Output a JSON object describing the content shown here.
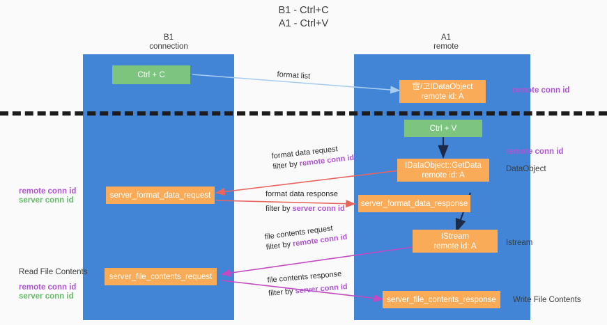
{
  "diagram": {
    "title": "B1 - Ctrl+C\nA1 - Ctrl+V",
    "colors": {
      "lane": "#4285d6",
      "green_node": "#7dc47f",
      "orange_node": "#f9ab57",
      "remote_conn_id": "#b154d4",
      "server_conn_id": "#67bb6a",
      "arrow_format_list": "#a8cdf0",
      "arrow_format_data": "#e8655f",
      "arrow_file_contents": "#c24bc2",
      "arrow_internal": "#1c2b4a",
      "divider": "#1c1c1c",
      "background": "#fafafa"
    },
    "lanes": [
      {
        "id": "b1",
        "title": "B1\nconnection"
      },
      {
        "id": "a1",
        "title": "A1\nremote"
      }
    ],
    "nodes": [
      {
        "id": "ctrl-c",
        "line1": "Ctrl + C",
        "line2": "",
        "style": "green"
      },
      {
        "id": "idataobject",
        "line1": "宧/ヱIDataObject",
        "line2": "remote id: A",
        "style": "orange"
      },
      {
        "id": "ctrl-v",
        "line1": "Ctrl + V",
        "line2": "",
        "style": "green"
      },
      {
        "id": "idataobject-getdata",
        "line1": "IDataObject::GetData",
        "line2": "remote id: A",
        "style": "orange"
      },
      {
        "id": "server-format-data-request",
        "line1": "server_format_data_request",
        "line2": "",
        "style": "orange"
      },
      {
        "id": "server-format-data-response",
        "line1": "server_format_data_response",
        "line2": "",
        "style": "orange"
      },
      {
        "id": "istream",
        "line1": "IStream",
        "line2": "remote id: A",
        "style": "orange"
      },
      {
        "id": "server-file-contents-request",
        "line1": "server_file_contents_request",
        "line2": "",
        "style": "orange"
      },
      {
        "id": "server-file-contents-response",
        "line1": "server_file_contents_response",
        "line2": "",
        "style": "orange"
      }
    ],
    "edge_labels": [
      {
        "id": "format-list",
        "line1": "format list",
        "line2_prefix": "",
        "line2_kw": ""
      },
      {
        "id": "format-data-request",
        "line1": "format data request",
        "line2_prefix": "filter by ",
        "line2_kw": "remote conn id"
      },
      {
        "id": "format-data-response",
        "line1": "format data response",
        "line2_prefix": "filter by ",
        "line2_kw": "server conn id"
      },
      {
        "id": "file-contents-request",
        "line1": "file contents request",
        "line2_prefix": "filter by ",
        "line2_kw": "remote conn id"
      },
      {
        "id": "file-contents-response",
        "line1": "file contents response",
        "line2_prefix": "filter by ",
        "line2_kw": "server conn id"
      }
    ],
    "annotations": {
      "right_remote_conn_id_top": "remote conn id",
      "right_remote_conn_id_mid": "remote conn id",
      "right_dataobject": "DataObject",
      "right_istream": "Istream",
      "right_write_file_contents": "Write File Contents",
      "left_remote_conn_id_mid": "remote conn id",
      "left_server_conn_id_mid": "server conn id",
      "left_read_file_contents": "Read File Contents",
      "left_remote_conn_id_bottom": "remote conn id",
      "left_server_conn_id_bottom": "server conn id"
    }
  }
}
